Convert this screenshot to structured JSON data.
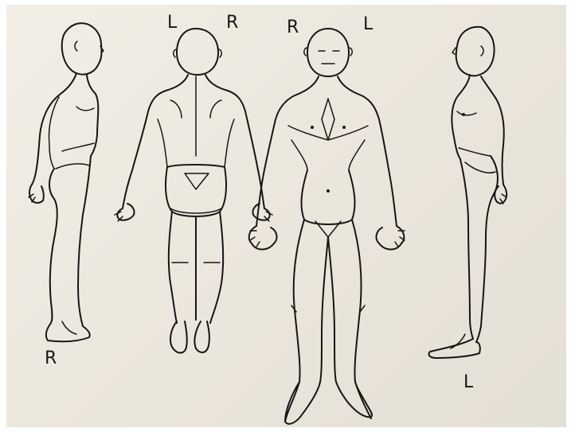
{
  "sketch": {
    "figures": [
      {
        "view": "right-profile",
        "label": "R"
      },
      {
        "view": "back",
        "label_left": "L",
        "label_right": "R"
      },
      {
        "view": "front",
        "label_left": "R",
        "label_right": "L"
      },
      {
        "view": "left-profile",
        "label": "L"
      }
    ]
  },
  "colors": {
    "paper": "#ece7dd",
    "ink": "#161616"
  }
}
